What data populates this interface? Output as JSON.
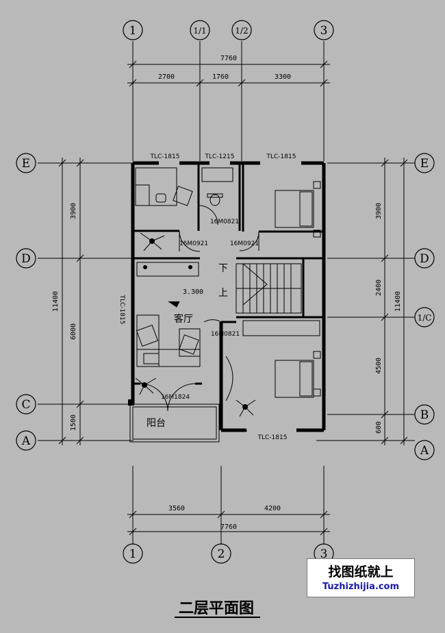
{
  "drawing": {
    "title": "二层平面图",
    "axes_top": [
      "1",
      "1/1",
      "1/2",
      "3"
    ],
    "axes_bottom": [
      "1",
      "2",
      "3"
    ],
    "axes_left": [
      "E",
      "D",
      "C",
      "A"
    ],
    "axes_right": [
      "E",
      "D",
      "1/C",
      "B",
      "A"
    ],
    "dims_top_total": "7760",
    "dims_top": [
      "2700",
      "1760",
      "3300"
    ],
    "dims_bottom_total": "7760",
    "dims_bottom": [
      "3560",
      "4200"
    ],
    "dims_left_total": "11400",
    "dims_left": [
      "3900",
      "6000",
      "1500"
    ],
    "dims_right_total": "11400",
    "dims_right": [
      "3900",
      "2400",
      "4500",
      "600"
    ],
    "windows": [
      "TLC-1815",
      "TLC-1215",
      "TLC-1815",
      "TLC-1815",
      "TLC-1815"
    ],
    "doors": [
      "16M0821",
      "16M0921",
      "16M0921",
      "16M0821",
      "16M1824"
    ],
    "rooms": {
      "living": "客厅",
      "balcony": "阳台"
    },
    "stairs": {
      "down": "下",
      "up": "上"
    },
    "elevation": "3.300"
  },
  "logo": {
    "text_cn": "找图纸就上",
    "url": "Tuzhizhijia.com"
  }
}
